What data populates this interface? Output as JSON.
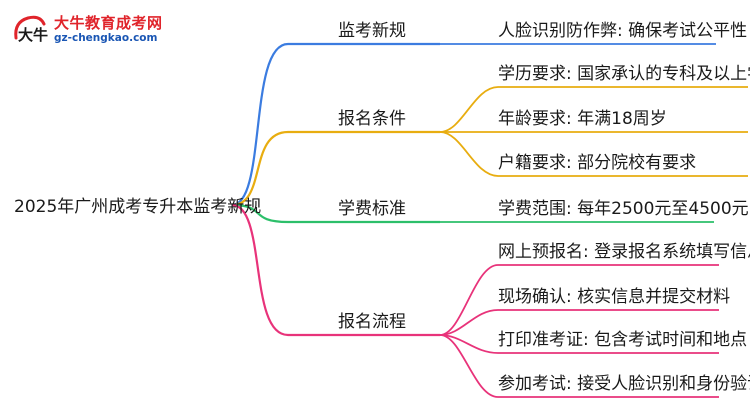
{
  "logo": {
    "title": "大牛教育成考网",
    "url": "gz-chengkao.com",
    "mark_text": "大牛"
  },
  "root": {
    "label": "2025年广州成考专升本监考新规"
  },
  "branches": [
    {
      "id": "supervision",
      "label": "监考新规",
      "color": "#3b7ce0",
      "leaves": [
        {
          "label": "人脸识别防作弊: 确保考试公平性"
        }
      ]
    },
    {
      "id": "requirements",
      "label": "报名条件",
      "color": "#e8ad10",
      "leaves": [
        {
          "label": "学历要求: 国家承认的专科及以上学历"
        },
        {
          "label": "年龄要求: 年满18周岁"
        },
        {
          "label": "户籍要求: 部分院校有要求"
        }
      ]
    },
    {
      "id": "tuition",
      "label": "学费标准",
      "color": "#2cbf6a",
      "leaves": [
        {
          "label": "学费范围: 每年2500元至4500元"
        }
      ]
    },
    {
      "id": "process",
      "label": "报名流程",
      "color": "#e8337a",
      "leaves": [
        {
          "label": "网上预报名: 登录报名系统填写信息"
        },
        {
          "label": "现场确认: 核实信息并提交材料"
        },
        {
          "label": "打印准考证: 包含考试时间和地点"
        },
        {
          "label": "参加考试: 接受人脸识别和身份验证"
        }
      ]
    }
  ]
}
